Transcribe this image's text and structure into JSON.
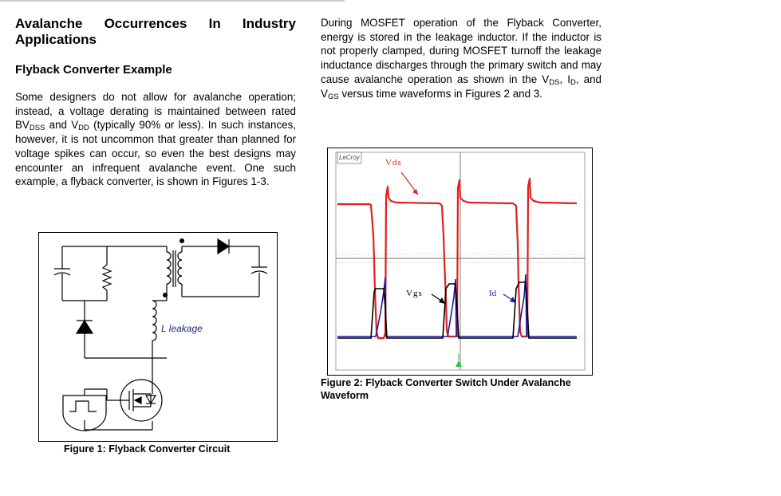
{
  "left": {
    "title": "Avalanche Occurrences In Industry",
    "title_line2": "Applications",
    "subtitle": "Flyback Converter Example",
    "para": {
      "t1": "Some designers do not allow for avalanche operation; instead, a voltage derating is maintained between rated BV",
      "s1": "DSS",
      "t2": " and V",
      "s2": "DD",
      "t3": " (typically 90% or less).   In such instances, however, it is not uncommon  that greater than planned for voltage spikes can occur, so even the best designs may encounter an infrequent avalanche event.  One such example, a  flyback converter,  is shown in Figures 1-3."
    }
  },
  "right": {
    "para": {
      "t1": "During MOSFET operation of the Flyback Converter, energy is stored in the leakage inductor. If the inductor is not properly clamped, during MOSFET turnoff the leakage inductance discharges through the primary switch and may cause avalanche operation as shown in the V",
      "s1": "DS",
      "t2": ", I",
      "s2": "D",
      "t3": ", and V",
      "s3": "GS",
      "t4": " versus time waveforms in Figures 2 and 3."
    }
  },
  "figure1": {
    "label_leakage": "L leakage",
    "caption": "Figure 1: Flyback Converter Circuit"
  },
  "figure2": {
    "logo": "LeCroy",
    "label_vds": "Vds",
    "label_vgs": "Vgs",
    "label_id": "Id",
    "caption": "Figure 2: Flyback Converter Switch Under Avalanche Waveform",
    "colors": {
      "vds": "#e0201c",
      "id": "#1a1aa6",
      "vgs": "#000000",
      "marker": "#2ec43a"
    }
  }
}
